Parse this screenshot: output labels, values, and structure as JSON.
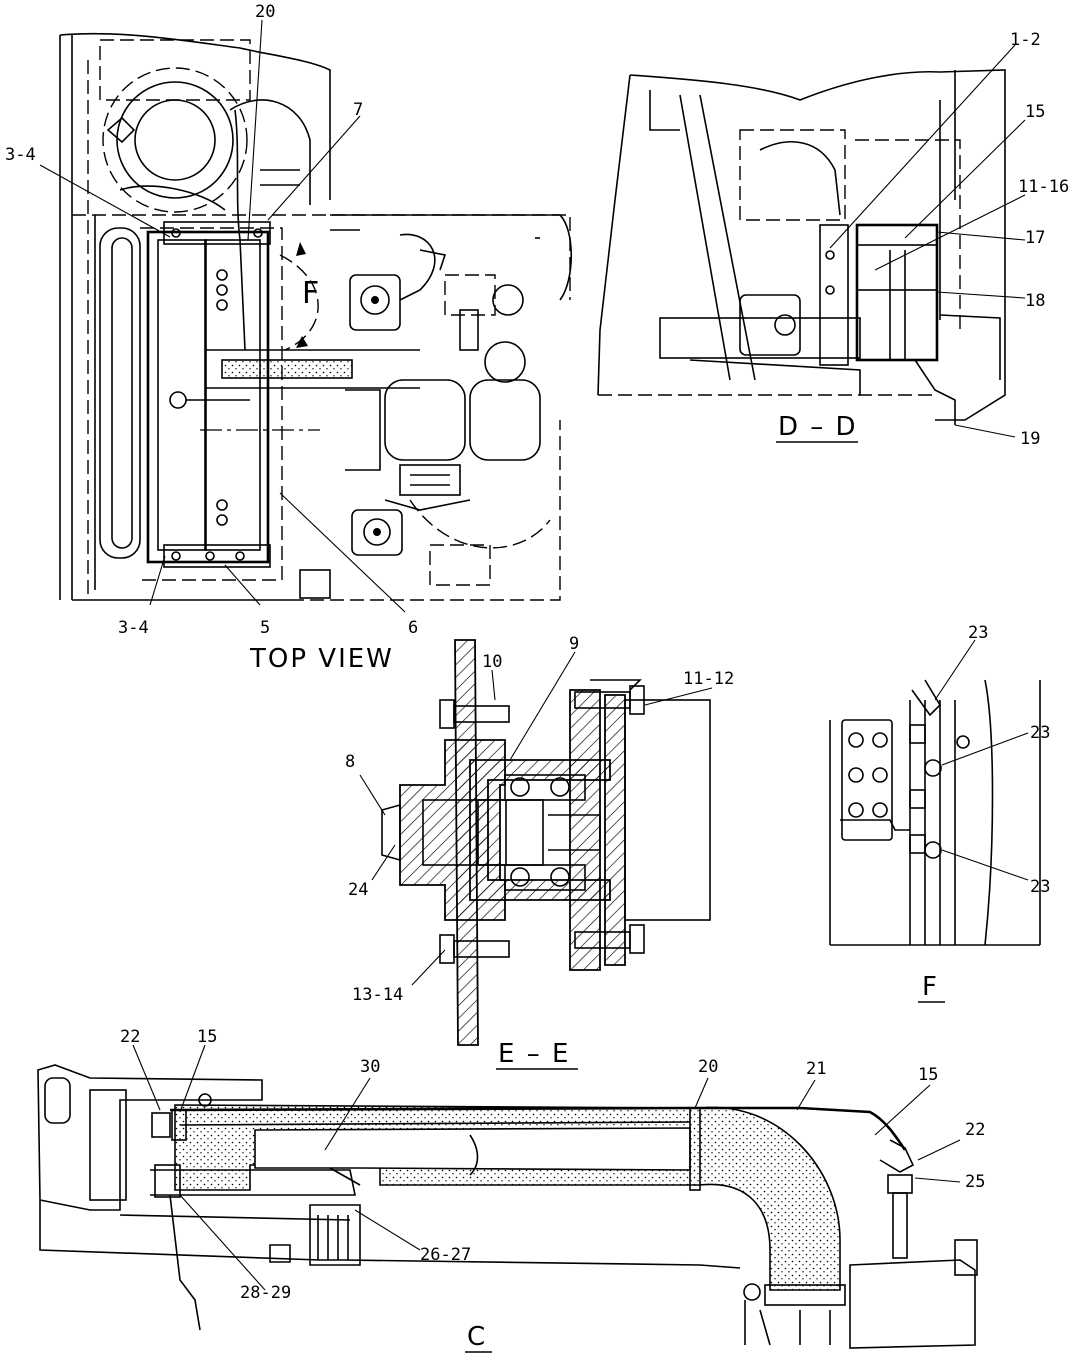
{
  "views": {
    "top_view": {
      "title": "TOP VIEW",
      "arrow_label": "F"
    },
    "dd": {
      "title": "D – D"
    },
    "ee": {
      "title": "E – E"
    },
    "f": {
      "title": "F"
    },
    "c": {
      "title": "C"
    }
  },
  "callouts": {
    "top_20": "20",
    "top_7": "7",
    "top_34a": "3-4",
    "top_34b": "3-4",
    "top_5": "5",
    "top_6": "6",
    "dd_12": "1-2",
    "dd_15": "15",
    "dd_1116": "11-16",
    "dd_17": "17",
    "dd_18": "18",
    "dd_19": "19",
    "ee_9": "9",
    "ee_10": "10",
    "ee_1112": "11-12",
    "ee_8": "8",
    "ee_24": "24",
    "ee_1314": "13-14",
    "f_23a": "23",
    "f_23b": "23",
    "f_23c": "23",
    "c_22a": "22",
    "c_15a": "15",
    "c_30": "30",
    "c_20": "20",
    "c_21": "21",
    "c_15b": "15",
    "c_22b": "22",
    "c_25": "25",
    "c_2627": "26-27",
    "c_2829": "28-29"
  }
}
